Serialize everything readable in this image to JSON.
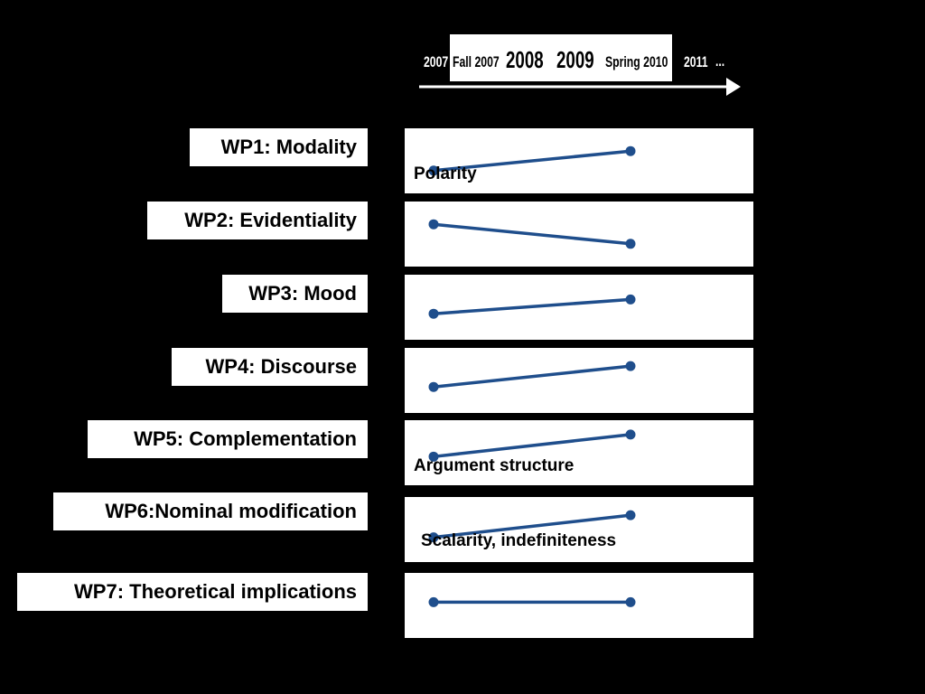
{
  "timeline": {
    "labels": [
      "2007",
      "Fall 2007",
      "2008",
      "2009",
      "Spring 2010",
      "2011",
      "..."
    ]
  },
  "work_packages": [
    {
      "label": "WP1: Modality",
      "note": "Polarity",
      "start_level": 0.35,
      "end_level": 0.65
    },
    {
      "label": "WP2: Evidentiality",
      "note": "",
      "start_level": 0.65,
      "end_level": 0.35
    },
    {
      "label": "WP3: Mood",
      "note": "",
      "start_level": 0.4,
      "end_level": 0.62
    },
    {
      "label": "WP4: Discourse",
      "note": "",
      "start_level": 0.4,
      "end_level": 0.72
    },
    {
      "label": "WP5: Complementation",
      "note": "Argument structure",
      "start_level": 0.44,
      "end_level": 0.78
    },
    {
      "label": "WP6:Nominal modification",
      "note": "Scalarity, indefiniteness",
      "start_level": 0.38,
      "end_level": 0.72
    },
    {
      "label": "WP7: Theoretical implications",
      "note": "",
      "start_level": 0.55,
      "end_level": 0.55
    }
  ],
  "colors": {
    "line": "#1f4e8c",
    "background": "#000000",
    "panel": "#ffffff"
  }
}
